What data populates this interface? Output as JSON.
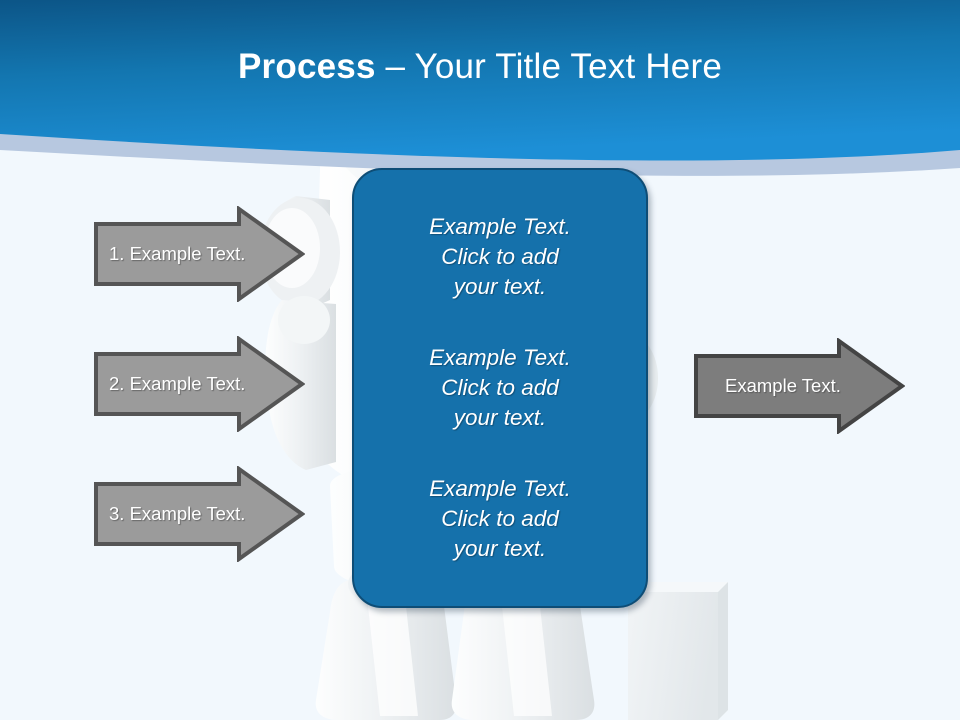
{
  "slide": {
    "title": {
      "bold_part": "Process",
      "rest_part": " – Your Title Text Here"
    },
    "background_color": "#f2f8fd",
    "header": {
      "gradient_top": "#0d5e8f",
      "gradient_bottom": "#1b8ad0",
      "band_color": "#b7c8e0"
    }
  },
  "input_arrows": [
    {
      "label": "1. Example Text.",
      "fill": "#9b9b9b",
      "stroke": "#555555"
    },
    {
      "label": "2. Example Text.",
      "fill": "#9b9b9b",
      "stroke": "#555555"
    },
    {
      "label": "3. Example Text.",
      "fill": "#9b9b9b",
      "stroke": "#555555"
    }
  ],
  "output_arrow": {
    "label": "Example Text.",
    "fill": "#7d7d7d",
    "stroke": "#444444"
  },
  "panel": {
    "fill": "#1571ab",
    "stroke": "#0e4d76",
    "blocks": [
      {
        "line1": "Example Text.",
        "line2": "Click  to add",
        "line3": "your text."
      },
      {
        "line1": "Example Text.",
        "line2": "Click  to add",
        "line3": "your text."
      },
      {
        "line1": "Example Text.",
        "line2": "Click  to add",
        "line3": "your text."
      }
    ]
  }
}
